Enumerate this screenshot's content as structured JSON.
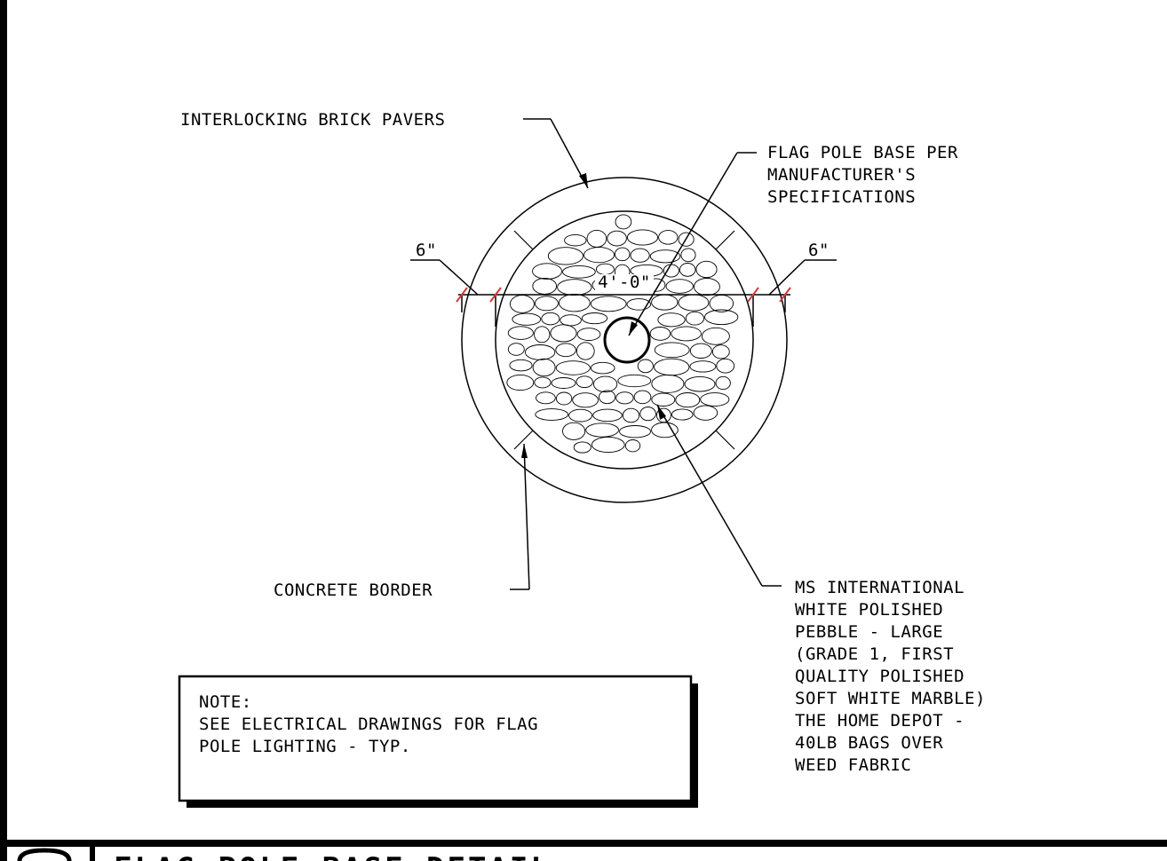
{
  "labels": {
    "pavers": "INTERLOCKING BRICK PAVERS",
    "flag_base": [
      "FLAG POLE BASE PER",
      "MANUFACTURER'S",
      "SPECIFICATIONS"
    ],
    "dim_left": "6\"",
    "dim_right": "6\"",
    "dim_center": "4'-0\"",
    "border": "CONCRETE BORDER",
    "pebble": [
      "MS INTERNATIONAL",
      "WHITE POLISHED",
      "PEBBLE - LARGE",
      "(GRADE 1, FIRST",
      "QUALITY POLISHED",
      "SOFT WHITE MARBLE)",
      "THE HOME DEPOT -",
      "40LB BAGS OVER",
      "WEED FABRIC"
    ]
  },
  "note": {
    "heading": "NOTE:",
    "lines": [
      "SEE ELECTRICAL DRAWINGS FOR FLAG",
      "POLE LIGHTING - TYP."
    ]
  },
  "title_block": {
    "title": "FLAG POLE BASE DETAIL"
  }
}
